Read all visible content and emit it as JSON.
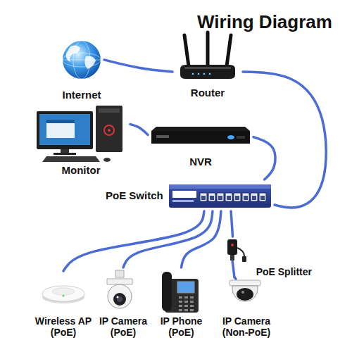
{
  "diagram": {
    "title": "Wiring Diagram",
    "nodes": [
      {
        "text": [
          "Internet"
        ]
      },
      {
        "text": [
          "Router"
        ]
      },
      {
        "text": [
          "Monitor"
        ]
      },
      {
        "text": [
          "NVR"
        ]
      },
      {
        "text": [
          "PoE Switch"
        ]
      },
      {
        "text": [
          "PoE Splitter"
        ]
      },
      {
        "text": [
          "Wireless AP (PoE)"
        ]
      },
      {
        "text": [
          "IP Camera (PoE)"
        ]
      },
      {
        "text": [
          "IP Phone (PoE)"
        ]
      },
      {
        "text": [
          "IP Camera (Non-PoE)"
        ]
      }
    ],
    "edges": [
      {
        "from": 0,
        "to": 1,
        "arrow": "none"
      },
      {
        "from": 1,
        "to": 4,
        "arrow": "none"
      },
      {
        "from": 2,
        "to": 3,
        "arrow": "none"
      },
      {
        "from": 3,
        "to": 4,
        "arrow": "none"
      },
      {
        "from": 4,
        "to": 6,
        "arrow": "none"
      },
      {
        "from": 4,
        "to": 7,
        "arrow": "none"
      },
      {
        "from": 4,
        "to": 8,
        "arrow": "none"
      },
      {
        "from": 4,
        "to": 5,
        "arrow": "none"
      },
      {
        "from": 5,
        "to": 9,
        "arrow": "none"
      }
    ]
  }
}
